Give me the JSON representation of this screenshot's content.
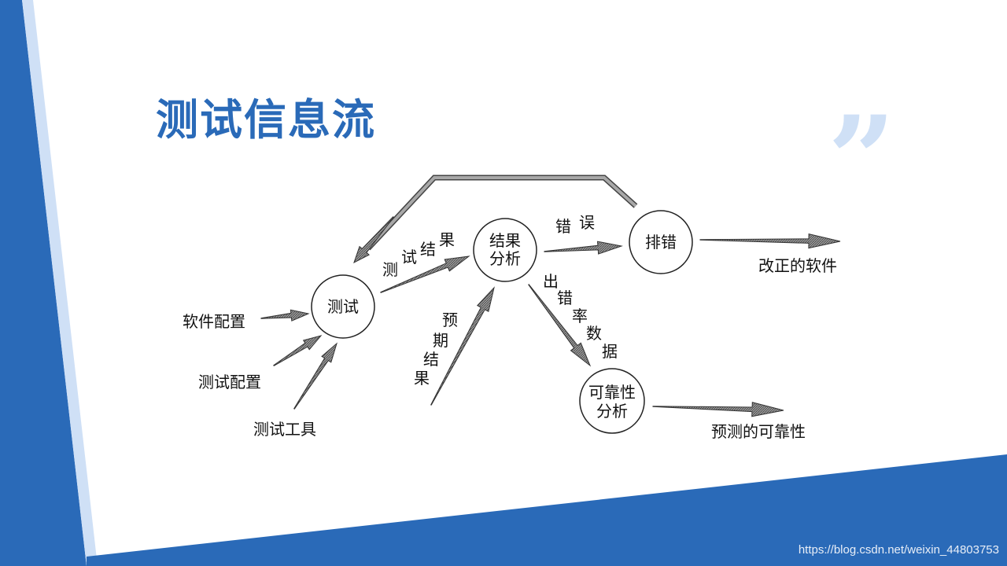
{
  "slide": {
    "title": "测试信息流",
    "quote_mark": "”",
    "watermark": "https://blog.csdn.net/weixin_44803753"
  },
  "colors": {
    "accent_blue": "#2a6ab8",
    "light_blue": "#cfe0f6",
    "arrow_fill": "#8a8a8a"
  },
  "diagram": {
    "nodes": {
      "test": "测试",
      "analysis_line1": "结果",
      "analysis_line2": "分析",
      "debug": "排错",
      "reliability_line1": "可靠性",
      "reliability_line2": "分析"
    },
    "inputs": {
      "software_config": "软件配置",
      "test_config": "测试配置",
      "test_tools": "测试工具"
    },
    "labels": {
      "test_result": [
        "测",
        "试",
        "结",
        "果"
      ],
      "expected_result": [
        "预",
        "期",
        "结",
        "果"
      ],
      "error": [
        "错",
        "误"
      ],
      "error_rate_data": [
        "出",
        "错",
        "率",
        "数",
        "据"
      ]
    },
    "outputs": {
      "corrected_software": "改正的软件",
      "predicted_reliability": "预测的可靠性"
    }
  }
}
